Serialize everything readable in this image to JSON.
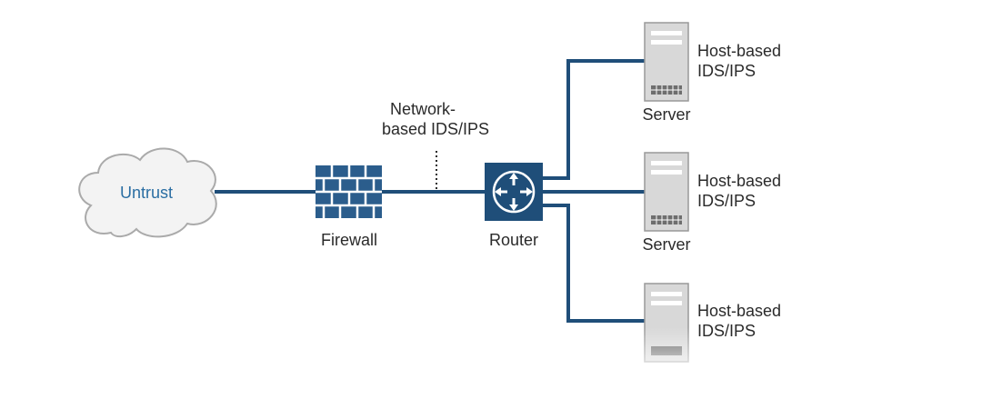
{
  "nodes": {
    "cloud": {
      "label": "Untrust"
    },
    "firewall": {
      "label": "Firewall"
    },
    "router": {
      "label": "Router"
    },
    "network_ids": {
      "line1": "Network-",
      "line2": "based IDS/IPS"
    },
    "servers": [
      {
        "label": "Server",
        "ids_line1": "Host-based",
        "ids_line2": "IDS/IPS"
      },
      {
        "label": "Server",
        "ids_line1": "Host-based",
        "ids_line2": "IDS/IPS"
      },
      {
        "label": "",
        "ids_line1": "Host-based",
        "ids_line2": "IDS/IPS"
      }
    ]
  },
  "colors": {
    "link": "#1f4e79",
    "firewall": "#2b5d8c",
    "router": "#1f4e79",
    "cloud_fill": "#f3f3f3",
    "cloud_stroke": "#aaaaaa",
    "cloud_text": "#2a6ea3",
    "server_fill": "#d8d8d8"
  },
  "icons": {
    "cloud": "cloud-icon",
    "firewall": "brick-wall-icon",
    "router": "router-icon",
    "server": "server-tower-icon"
  }
}
